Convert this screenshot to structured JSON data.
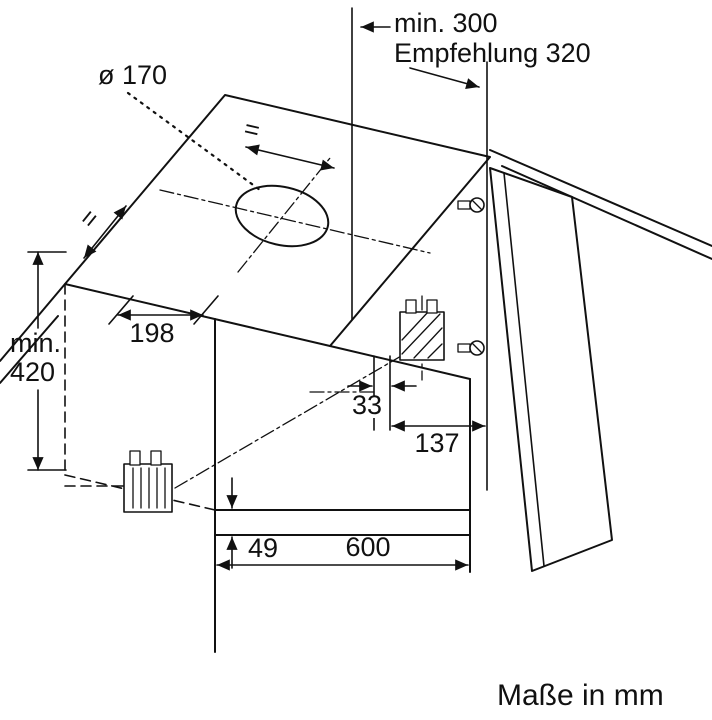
{
  "diagram": {
    "kind": "appliance-installation-drawing",
    "colors": {
      "line": "#111111",
      "background": "#ffffff"
    },
    "labels": {
      "clearance_min": "min. 300",
      "clearance_recommended": "Empfehlung 320",
      "duct_hole_diameter": "ø 170",
      "niche_height_min_word": "min.",
      "niche_height_min_value": "420",
      "top_depth": "198",
      "bracket_offset": "33",
      "bracket_to_front": "137",
      "cabinet_width": "600",
      "bottom_clearance": "49",
      "equal_spacing_left": "=",
      "equal_spacing_top": "="
    },
    "footer": {
      "units_note": "Maße in mm"
    }
  }
}
